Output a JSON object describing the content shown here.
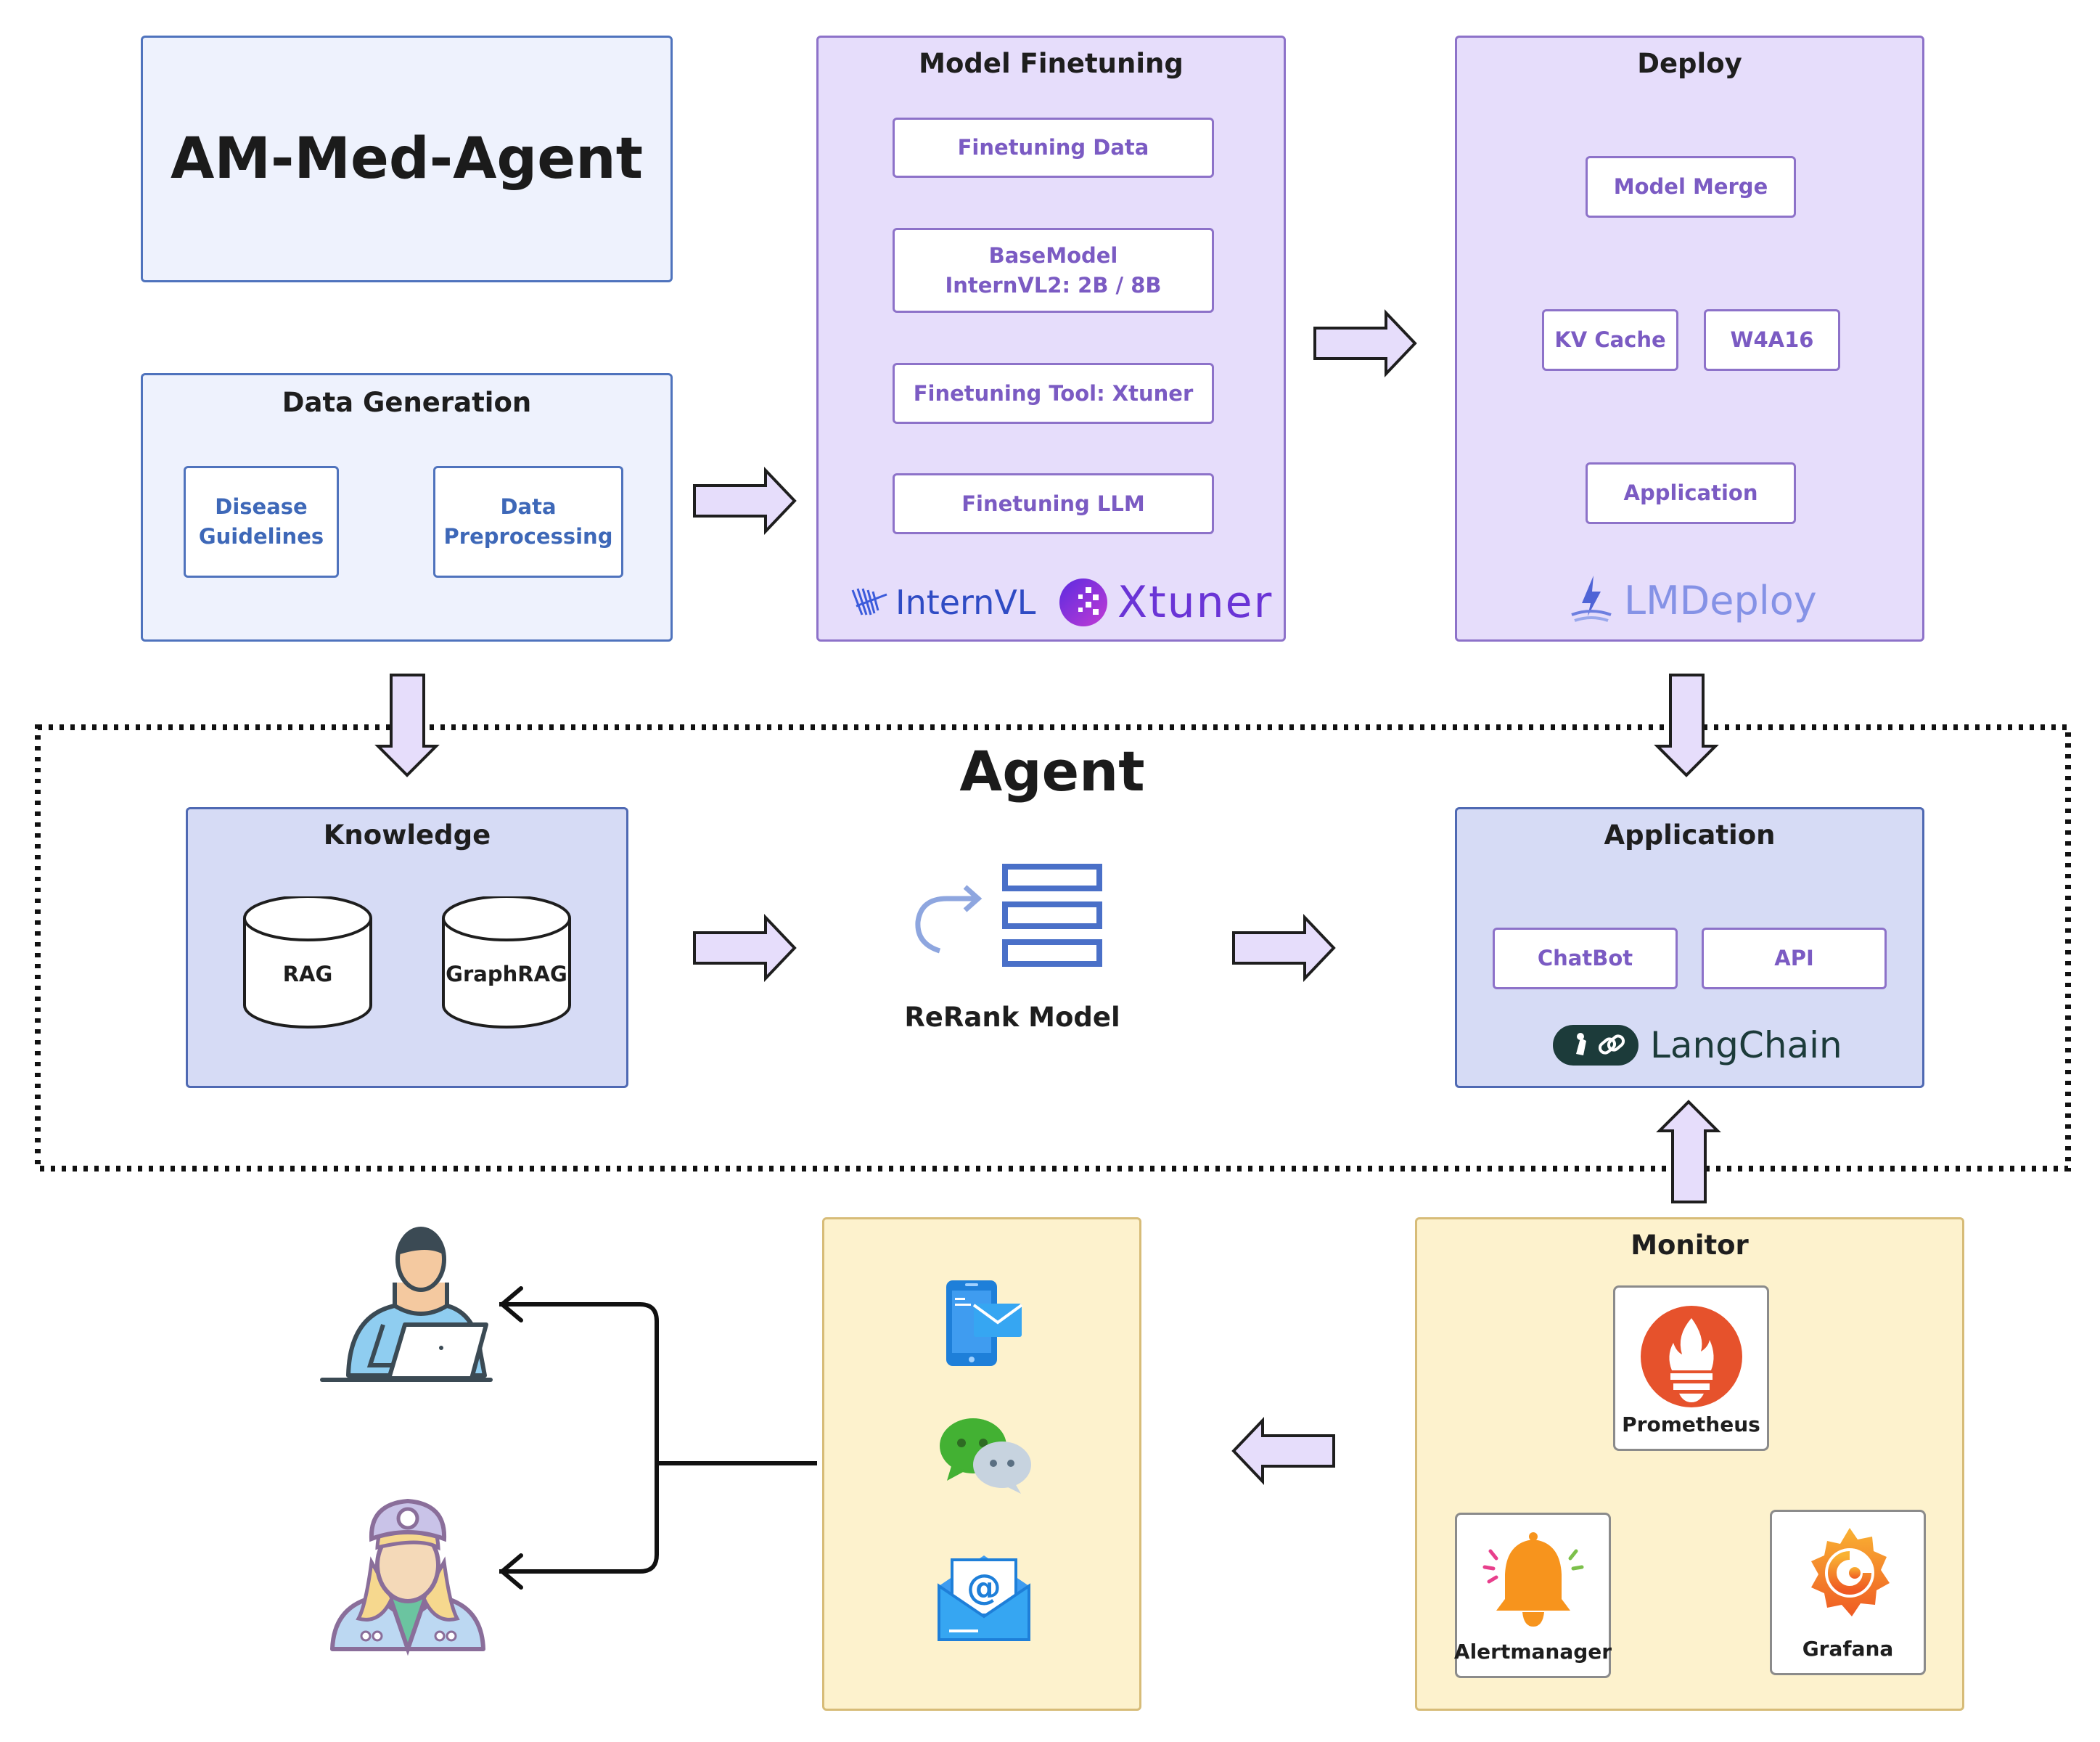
{
  "title": "AM-Med-Agent",
  "data_generation": {
    "title": "Data Generation",
    "step1": "Disease\nGuidelines",
    "step2": "Data\nPreprocessing"
  },
  "model_finetuning": {
    "title": "Model Finetuning",
    "steps": [
      "Finetuning Data",
      "BaseModel\nInternVL2: 2B / 8B",
      "Finetuning Tool: Xtuner",
      "Finetuning LLM"
    ],
    "logos": [
      "InternVL",
      "Xtuner"
    ]
  },
  "deploy": {
    "title": "Deploy",
    "model_merge": "Model Merge",
    "kv_cache": "KV Cache",
    "w4a16": "W4A16",
    "application": "Application",
    "logo": "LMDeploy"
  },
  "agent": {
    "title": "Agent",
    "knowledge": {
      "title": "Knowledge",
      "db1": "RAG",
      "db2": "GraphRAG"
    },
    "rerank": "ReRank Model",
    "application": {
      "title": "Application",
      "chatbot": "ChatBot",
      "api": "API",
      "logo": "LangChain"
    }
  },
  "monitor": {
    "title": "Monitor",
    "prometheus": "Prometheus",
    "alertmanager": "Alertmanager",
    "grafana": "Grafana"
  },
  "colors": {
    "blue_panel": "#eef2fd",
    "purple_panel": "#e6ddfb",
    "indigo_panel": "#d6dbf5",
    "yellow_panel": "#fdf2cd",
    "arrow_fill": "#e6ddfb"
  }
}
